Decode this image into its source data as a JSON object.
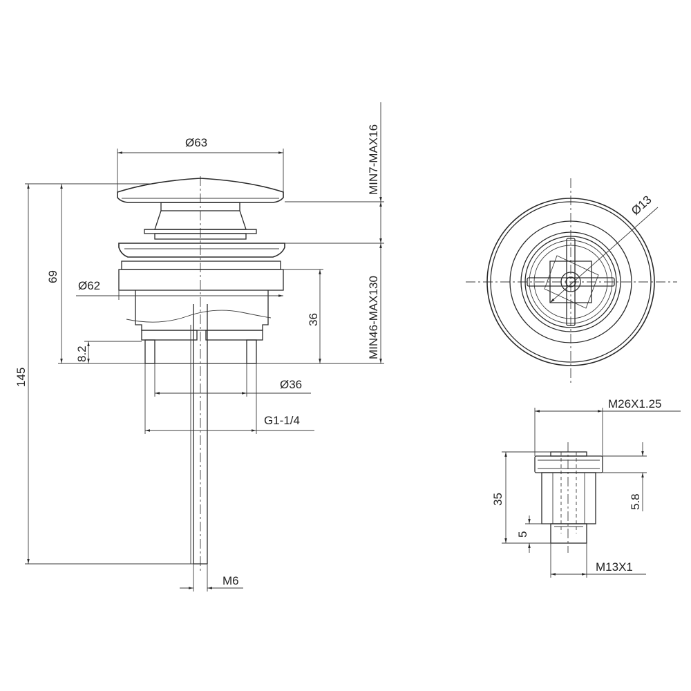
{
  "drawing": {
    "front_view": {
      "dim_cap_diameter": "Ø63",
      "dim_flange_diameter": "Ø62",
      "dim_total_height": "145",
      "dim_body_height": "69",
      "dim_flange_thickness": "8.2",
      "dim_body_depth": "36",
      "dim_basin_thickness_top": "MIN7-MAX16",
      "dim_basin_thickness_bottom": "MIN46-MAX130",
      "dim_inner_diameter": "Ø36",
      "dim_thread": "G1-1/4",
      "dim_rod": "M6"
    },
    "top_view": {
      "dim_bore": "Ø13"
    },
    "detail_view": {
      "dim_top_thread": "M26X1.25",
      "dim_height": "35",
      "dim_head": "5.8",
      "dim_bottom": "5",
      "dim_bottom_thread": "M13X1"
    }
  }
}
